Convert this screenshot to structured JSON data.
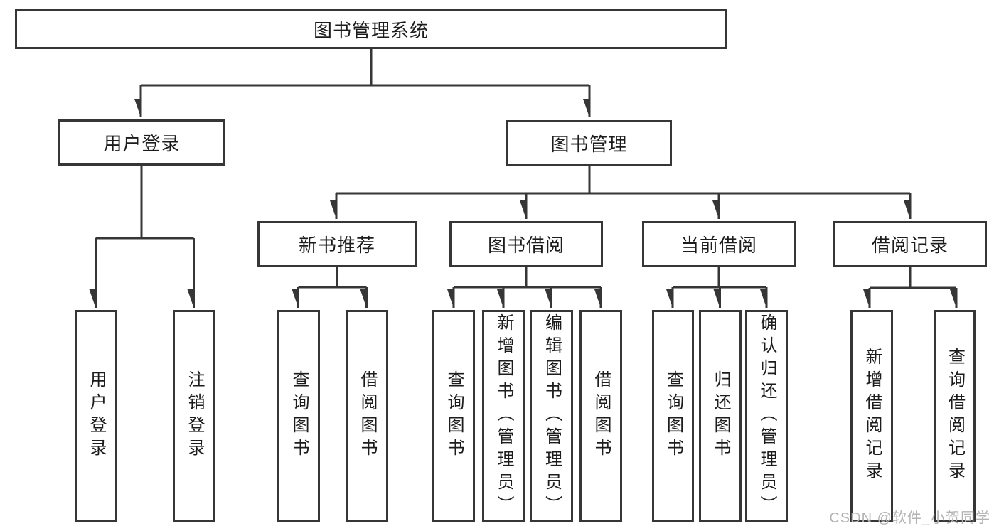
{
  "diagram": {
    "root": {
      "label": "图书管理系统"
    },
    "branches": [
      {
        "label": "用户登录",
        "children": [
          {
            "label": "用户登录"
          },
          {
            "label": "注销登录"
          }
        ]
      },
      {
        "label": "图书管理",
        "children": [
          {
            "label": "新书推荐",
            "children": [
              {
                "label": "查询图书"
              },
              {
                "label": "借阅图书"
              }
            ]
          },
          {
            "label": "图书借阅",
            "children": [
              {
                "label": "查询图书"
              },
              {
                "label": "新增图书（管理员）"
              },
              {
                "label": "编辑图书（管理员）"
              },
              {
                "label": "借阅图书"
              }
            ]
          },
          {
            "label": "当前借阅",
            "children": [
              {
                "label": "查询图书"
              },
              {
                "label": "归还图书"
              },
              {
                "label": "确认归还（管理员）"
              }
            ]
          },
          {
            "label": "借阅记录",
            "children": [
              {
                "label": "新增借阅记录"
              },
              {
                "label": "查询借阅记录"
              }
            ]
          }
        ]
      }
    ]
  },
  "watermark": {
    "text": "CSDN @软件_小贺同学"
  },
  "colors": {
    "line": "#363636",
    "box_border": "#363636",
    "text": "#1c1c1c",
    "background": "#ffffff",
    "watermark": "#b3b3b3"
  }
}
